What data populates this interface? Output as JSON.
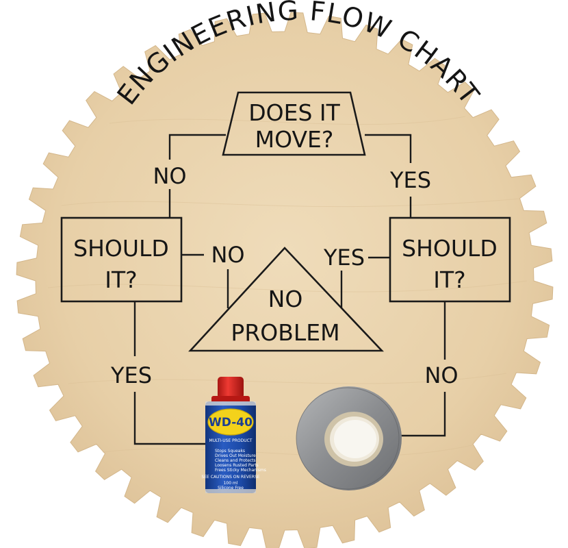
{
  "title": "ENGINEERING FLOW CHART",
  "nodes": {
    "start": [
      "DOES IT",
      "MOVE?"
    ],
    "should_left": [
      "SHOULD",
      "IT?"
    ],
    "should_right": [
      "SHOULD",
      "IT?"
    ],
    "no_problem": [
      "NO",
      "PROBLEM"
    ]
  },
  "edge_labels": {
    "top_left": "NO",
    "top_right": "YES",
    "left_no": "NO",
    "right_yes": "YES",
    "left_yes": "YES",
    "right_no": "NO"
  },
  "wd40": {
    "brand": "WD-40",
    "subtitle": "MULTI-USE PRODUCT",
    "uses": [
      "Stops Squeaks",
      "Drives Out Moisture",
      "Cleans and Protects",
      "Loosens Rusted Parts",
      "Frees Sticky Mechanisms"
    ],
    "warning": "SEE CAUTIONS ON REVERSE",
    "volume": "100 ml",
    "note": "Silicone Free"
  },
  "colors": {
    "wood": "#e9d3ae",
    "ink": "#1a1a1a",
    "can_blue": "#1c4aa8",
    "can_yellow": "#f3d21b",
    "can_red": "#d8231f",
    "tape_gray": "#8f9194"
  },
  "icons": [
    "gear-board",
    "wd40-can-icon",
    "duct-tape-icon"
  ]
}
